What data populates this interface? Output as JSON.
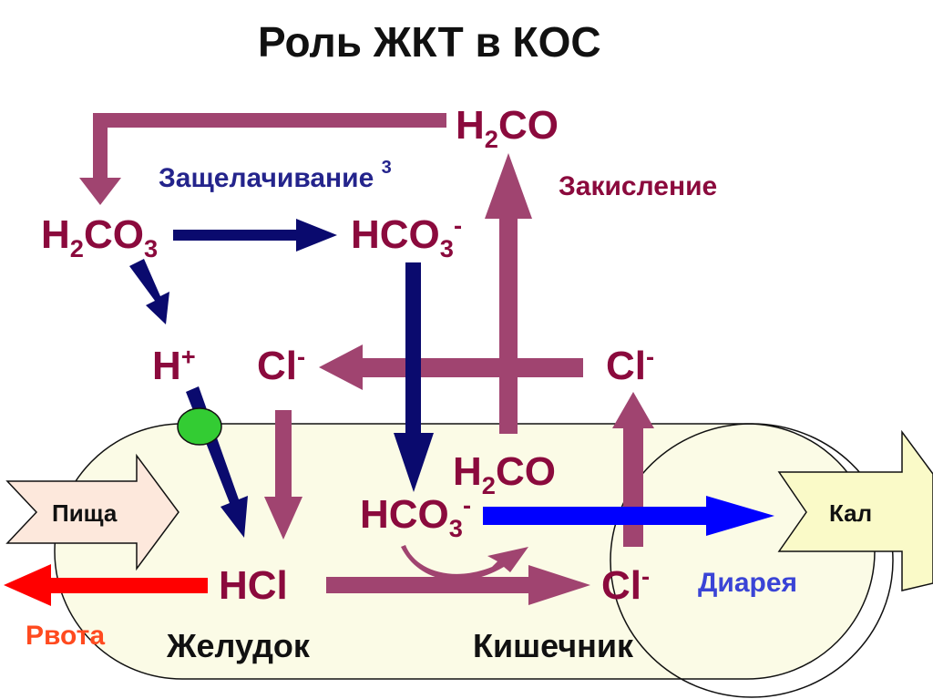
{
  "title": "Роль ЖКТ в КОС",
  "labels": {
    "alkalization": "Защелачивание",
    "alkalization_sup": "3",
    "acidification": "Закисление",
    "food": "Пища",
    "feces": "Кал",
    "vomit": "Рвота",
    "diarrhea": "Диарея",
    "stomach": "Желудок",
    "intestine": "Кишечник"
  },
  "chemicals": {
    "h2co_top": {
      "a": "H",
      "sub": "2",
      "b": "CO"
    },
    "h2co3_left": {
      "a": "H",
      "sub": "2",
      "b": "CO",
      "sub2": "3"
    },
    "hco3_top": {
      "a": "HCO",
      "sub": "3",
      "sup": "-"
    },
    "h_plus": {
      "a": "H",
      "sup": "+"
    },
    "cl_left": {
      "a": "Cl",
      "sup": "-"
    },
    "cl_right": {
      "a": "Cl",
      "sup": "-"
    },
    "h2co_mid": {
      "a": "H",
      "sub": "2",
      "b": "CO"
    },
    "hco3_mid": {
      "a": "HCO",
      "sub": "3",
      "sup": "-"
    },
    "hcl": {
      "a": "HCl"
    },
    "cl_bottom": {
      "a": "Cl",
      "sup": "-"
    }
  },
  "colors": {
    "maroon": "#a04470",
    "navy": "#0a0a6e",
    "blue": "#0000ff",
    "red": "#ff0000",
    "green": "#33cc33",
    "food_arrow_fill": "#fde8dc",
    "feces_arrow_fill": "#fafac8",
    "organ_fill": "#fbfbe6"
  }
}
